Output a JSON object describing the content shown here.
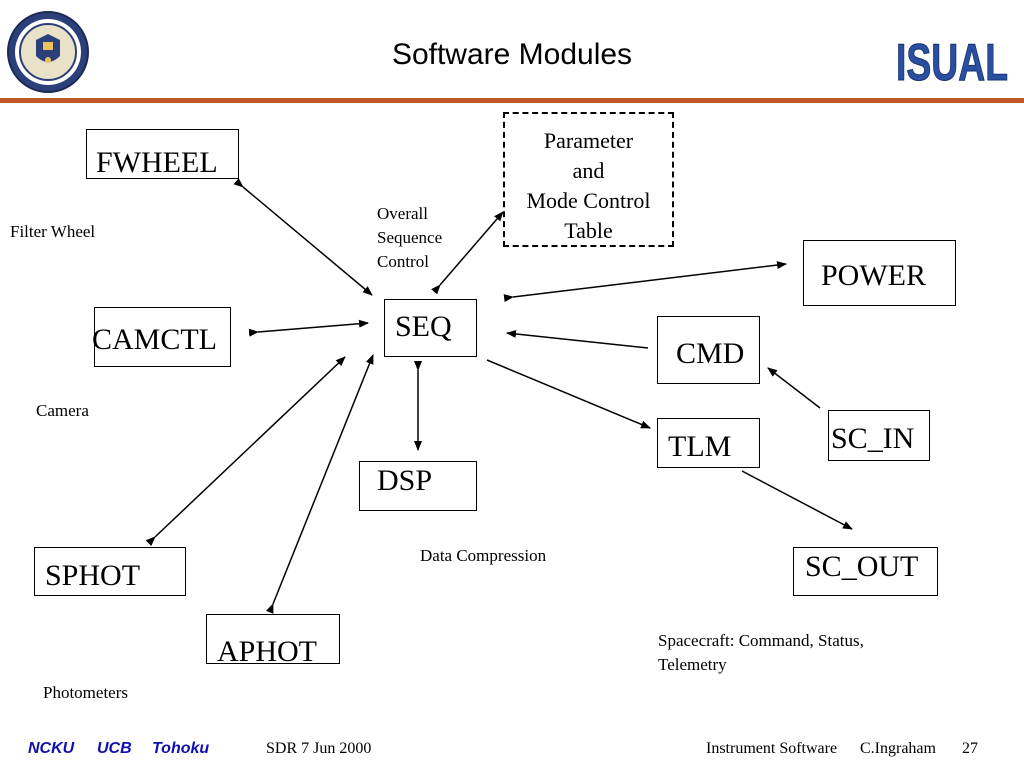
{
  "header": {
    "title": "Software Modules",
    "logo_text": "ISUAL"
  },
  "modules": {
    "fwheel": "FWHEEL",
    "camctl": "CAMCTL",
    "seq": "SEQ",
    "dsp": "DSP",
    "sphot": "SPHOT",
    "aphot": "APHOT",
    "power": "POWER",
    "cmd": "CMD",
    "tlm": "TLM",
    "sc_in": "SC_IN",
    "sc_out": "SC_OUT"
  },
  "param_table": [
    "Parameter",
    "and",
    "Mode Control",
    "Table"
  ],
  "notes": {
    "filter_wheel": "Filter Wheel",
    "overall_seq": [
      "Overall",
      "Sequence",
      "Control"
    ],
    "camera": "Camera",
    "data_compression": "Data Compression",
    "photometers": "Photometers",
    "spacecraft": [
      "Spacecraft: Command, Status,",
      "Telemetry"
    ]
  },
  "footer": {
    "institutions": [
      "NCKU",
      "UCB",
      "Tohoku"
    ],
    "date": "SDR 7 Jun 2000",
    "course": "Instrument Software",
    "author": "C.Ingraham",
    "page": "27"
  },
  "colors": {
    "rule": "#c0582a",
    "institutions": "#1010b0",
    "logo": "#2b4fa0"
  }
}
